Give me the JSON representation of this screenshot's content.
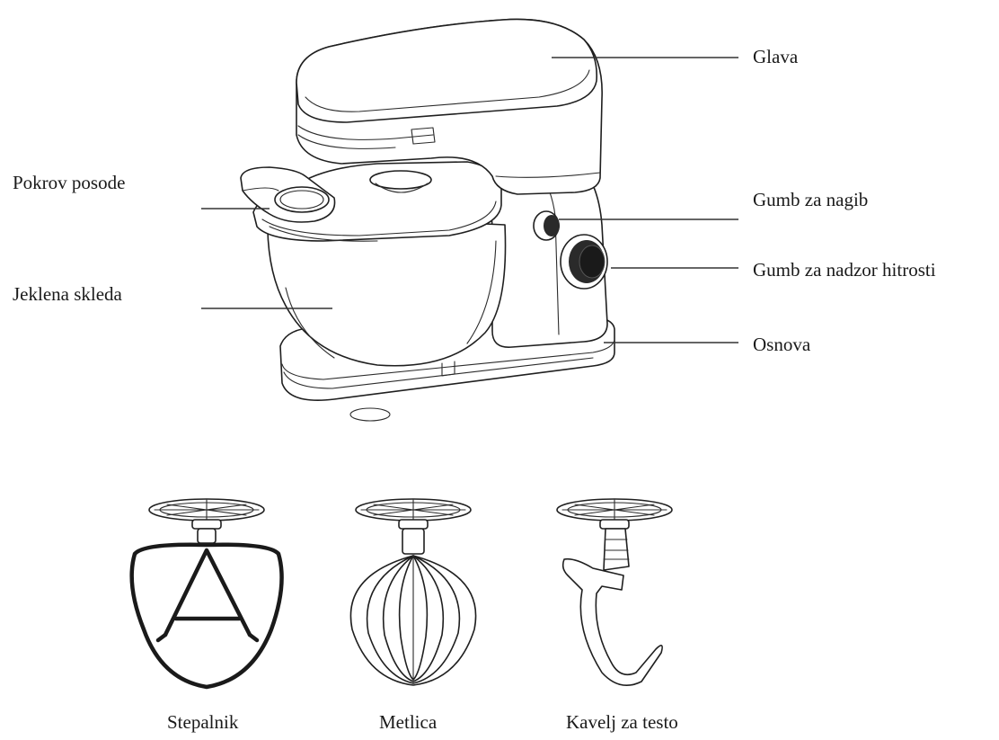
{
  "labels": {
    "head": "Glava",
    "bowl_lid": "Pokrov posode",
    "tilt_button": "Gumb za nagib",
    "speed_knob": "Gumb za nadzor hitrosti",
    "steel_bowl": "Jeklena skleda",
    "base": "Osnova"
  },
  "attachments": [
    {
      "label": "Stepalnik"
    },
    {
      "label": "Metlica"
    },
    {
      "label": "Kavelj za testo"
    }
  ]
}
